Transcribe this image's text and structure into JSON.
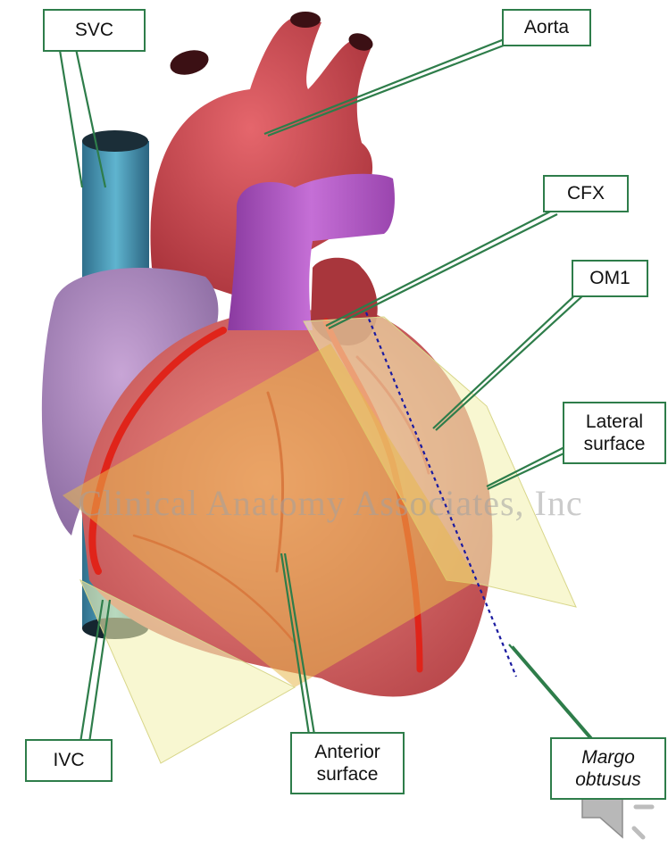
{
  "labels": {
    "svc": "SVC",
    "aorta": "Aorta",
    "cfx": "CFX",
    "om1": "OM1",
    "lateral_surface": "Lateral\nsurface",
    "ivc": "IVC",
    "anterior_surface": "Anterior\nsurface",
    "margo_obtusus": "Margo\nobtusus"
  },
  "watermark": "Clinical Anatomy Associates, Inc",
  "colors": {
    "leader_line": "#2e7d4a",
    "label_border": "#2e7d4a",
    "anterior_plane": "#e7b84c",
    "lateral_plane": "#f3f2b2",
    "margin_line": "#1a1aa0",
    "artery": "#e0241a"
  },
  "icons": {
    "speaker": "speaker-icon"
  }
}
